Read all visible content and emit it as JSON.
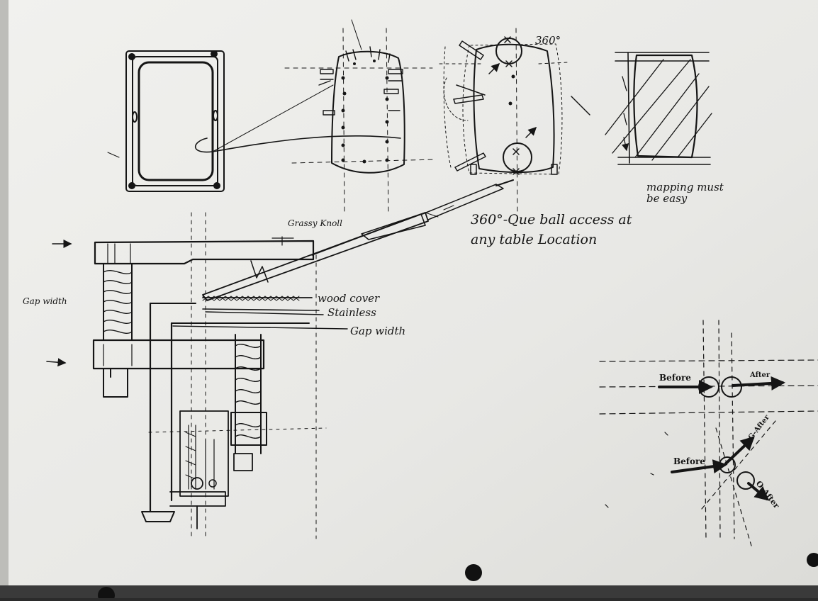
{
  "labels": {
    "deg_top": "360°",
    "mapping": "mapping must be easy",
    "cue_access": "360°-Que ball access at any table Location",
    "grassy_knoll": "Grassy Knoll",
    "gap_width_left": "Gap width",
    "wood_cover": "wood cover",
    "stainless": "Stainless",
    "gap_width_right": "Gap width",
    "before_1": "Before",
    "after_1": "After",
    "before_2": "Before",
    "g_after": "G-After",
    "o_after": "O-After"
  },
  "colors": {
    "paper": "#e9e9e6",
    "ink": "#151515",
    "shadow": "#2b2b2b"
  }
}
